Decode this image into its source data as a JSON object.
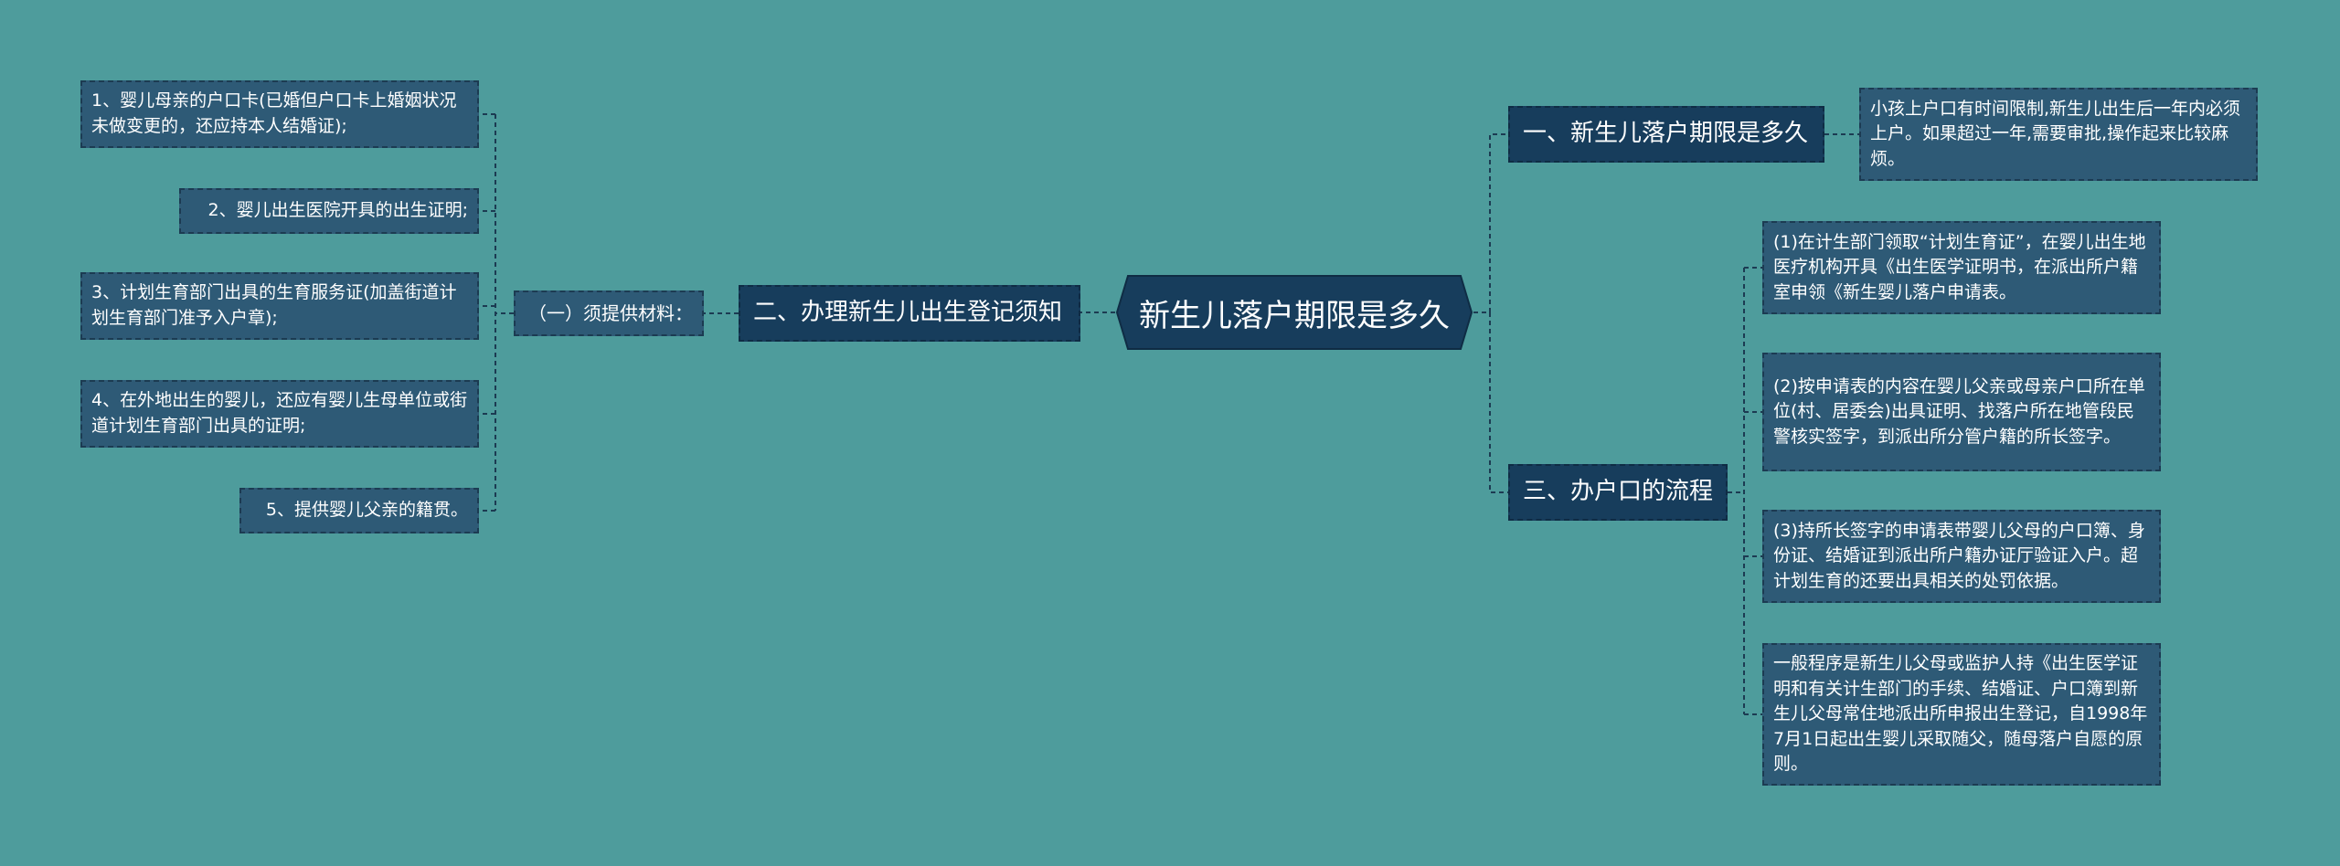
{
  "root": {
    "label": "新生儿落户期限是多久"
  },
  "branches": {
    "b1": {
      "label": "一、新生儿落户期限是多久",
      "children": [
        "小孩上户口有时间限制,新生儿出生后一年内必须上户。如果超过一年,需要审批,操作起来比较麻烦。"
      ]
    },
    "b2": {
      "label": "二、办理新生儿出生登记须知",
      "sub": "（一）须提供材料：",
      "children": [
        "1、婴儿母亲的户口卡(已婚但户口卡上婚姻状况未做变更的，还应持本人结婚证);",
        "2、婴儿出生医院开具的出生证明;",
        "3、计划生育部门出具的生育服务证(加盖街道计划生育部门准予入户章);",
        "4、在外地出生的婴儿，还应有婴儿生母单位或街道计划生育部门出具的证明;",
        "5、提供婴儿父亲的籍贯。"
      ]
    },
    "b3": {
      "label": "三、办户口的流程",
      "children": [
        "(1)在计生部门领取“计划生育证”，在婴儿出生地医疗机构开具《出生医学证明书，在派出所户籍室申领《新生婴儿落户申请表。",
        "(2)按申请表的内容在婴儿父亲或母亲户口所在单位(村、居委会)出具证明、找落户所在地管段民警核实签字，到派出所分管户籍的所长签字。",
        "(3)持所长签字的申请表带婴儿父母的户口簿、身份证、结婚证到派出所户籍办证厅验证入户。超计划生育的还要出具相关的处罚依据。",
        "一般程序是新生儿父母或监护人持《出生医学证明和有关计生部门的手续、结婚证、户口簿到新生儿父母常住地派出所申报出生登记，自1998年7月1日起出生婴儿采取随父，随母落户自愿的原则。"
      ]
    }
  },
  "colors": {
    "background": "#4e9c9c",
    "root_fill": "#173d5c",
    "branch_fill": "#173d5c",
    "leaf_fill": "#2e5a76",
    "connector": "#1c3b52"
  }
}
